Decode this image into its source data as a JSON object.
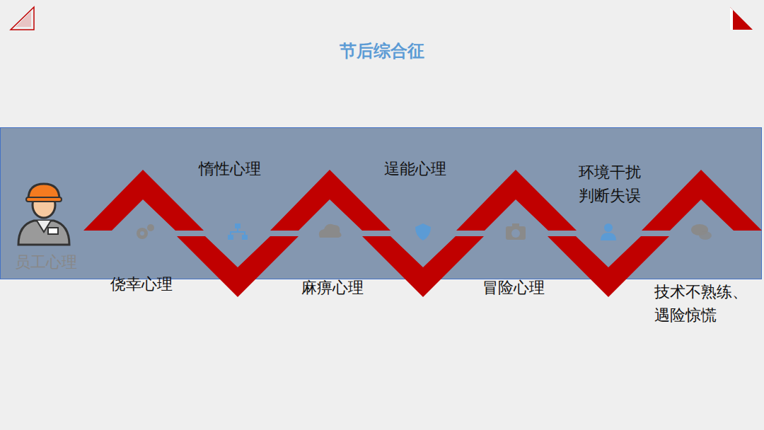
{
  "diagram": {
    "title": "节后综合征",
    "labels": [
      "员工心理",
      "侥幸心理",
      "惰性心理",
      "麻痹心理",
      "逞能心理",
      "冒险心理",
      "环境干扰 判断失误",
      "技术不熟练、遇险惊慌"
    ]
  }
}
